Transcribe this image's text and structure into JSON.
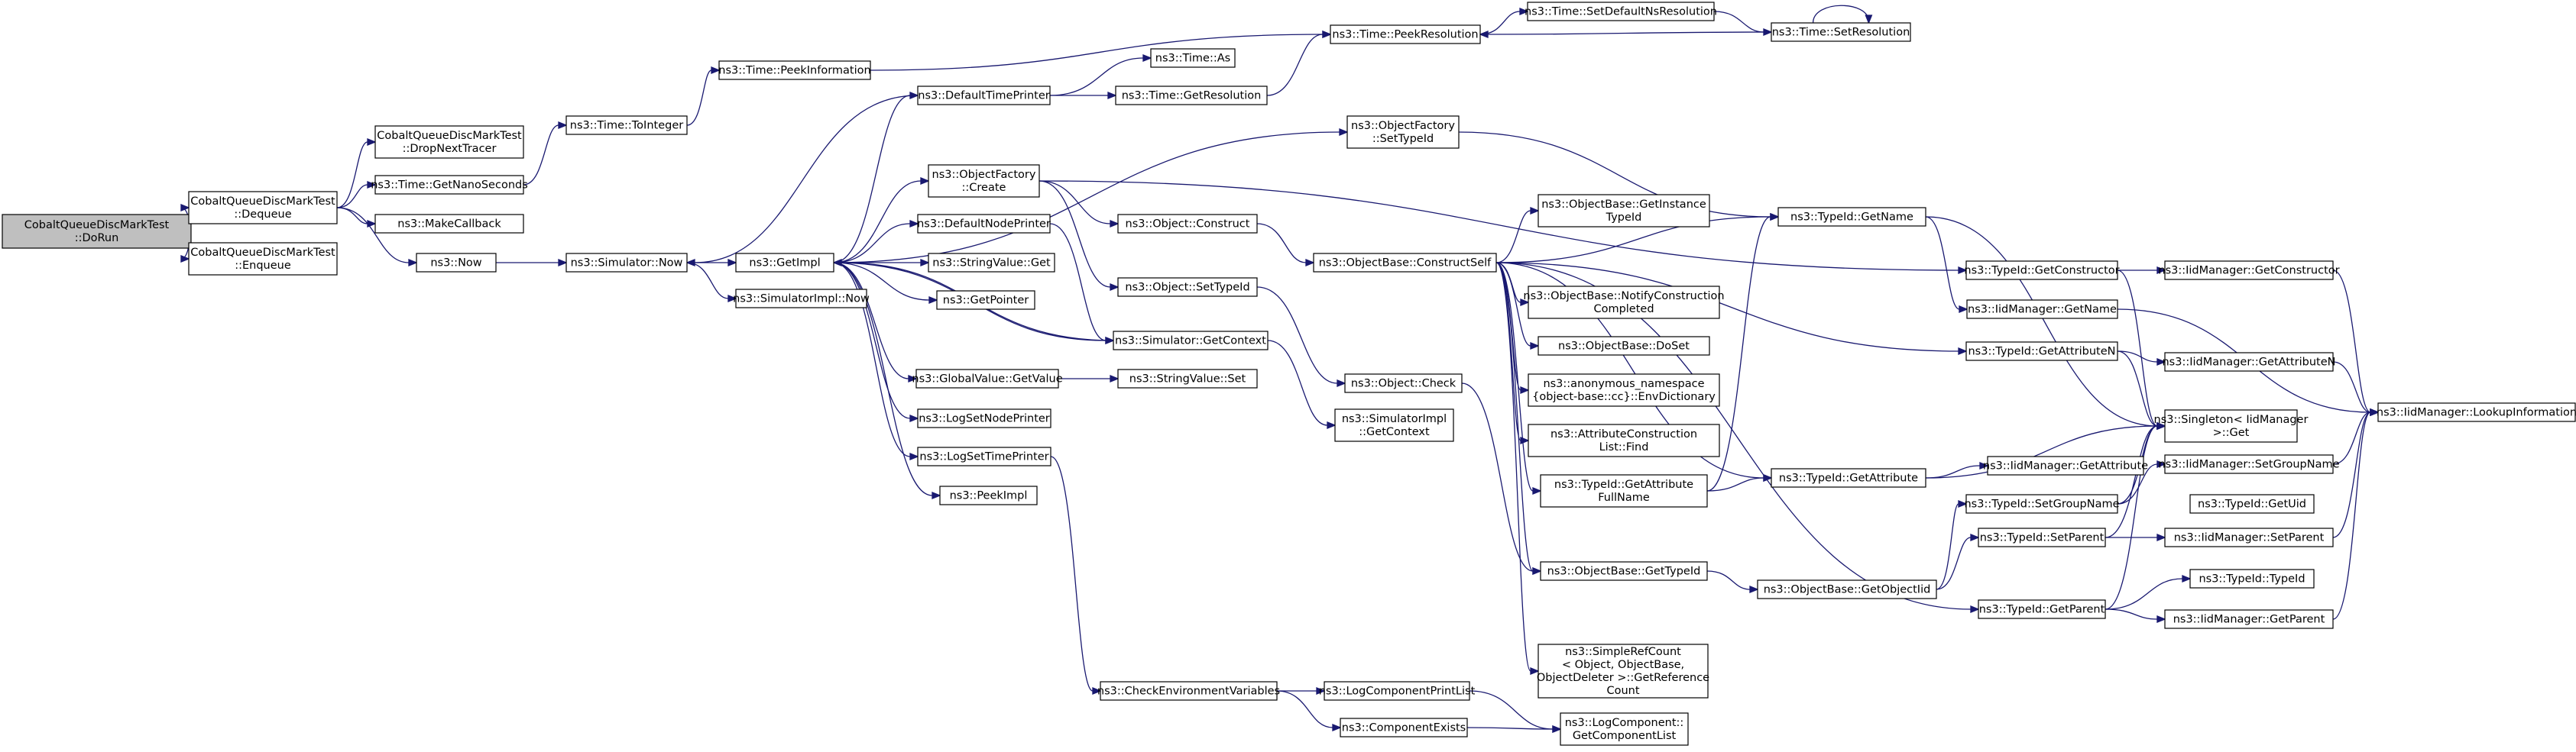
{
  "diagram": {
    "nodes": [
      {
        "id": "dorun",
        "lines": [
          "CobaltQueueDiscMarkTest",
          "::DoRun"
        ],
        "root": true
      },
      {
        "id": "dequeue",
        "lines": [
          "CobaltQueueDiscMarkTest",
          "::Dequeue"
        ]
      },
      {
        "id": "enqueue",
        "lines": [
          "CobaltQueueDiscMarkTest",
          "::Enqueue"
        ]
      },
      {
        "id": "dropnext",
        "lines": [
          "CobaltQueueDiscMarkTest",
          "::DropNextTracer"
        ]
      },
      {
        "id": "getnano",
        "lines": [
          "ns3::Time::GetNanoSeconds"
        ]
      },
      {
        "id": "makecb",
        "lines": [
          "ns3::MakeCallback"
        ]
      },
      {
        "id": "now",
        "lines": [
          "ns3::Now"
        ]
      },
      {
        "id": "tointeger",
        "lines": [
          "ns3::Time::ToInteger"
        ]
      },
      {
        "id": "peekinfo",
        "lines": [
          "ns3::Time::PeekInformation"
        ]
      },
      {
        "id": "simnow",
        "lines": [
          "ns3::Simulator::Now"
        ]
      },
      {
        "id": "getimpl",
        "lines": [
          "ns3::GetImpl"
        ]
      },
      {
        "id": "simimplnow",
        "lines": [
          "ns3::SimulatorImpl::Now"
        ]
      },
      {
        "id": "deftimeprinter",
        "lines": [
          "ns3::DefaultTimePrinter"
        ]
      },
      {
        "id": "objfactcreate",
        "lines": [
          "ns3::ObjectFactory",
          "::Create"
        ]
      },
      {
        "id": "defnodeprinter",
        "lines": [
          "ns3::DefaultNodePrinter"
        ]
      },
      {
        "id": "strvalget",
        "lines": [
          "ns3::StringValue::Get"
        ]
      },
      {
        "id": "getpointer",
        "lines": [
          "ns3::GetPointer"
        ]
      },
      {
        "id": "simgetctx",
        "lines": [
          "ns3::Simulator::GetContext"
        ]
      },
      {
        "id": "gvgetvalue",
        "lines": [
          "ns3::GlobalValue::GetValue"
        ]
      },
      {
        "id": "logsetnode",
        "lines": [
          "ns3::LogSetNodePrinter"
        ]
      },
      {
        "id": "logsettime",
        "lines": [
          "ns3::LogSetTimePrinter"
        ]
      },
      {
        "id": "peekimpl",
        "lines": [
          "ns3::PeekImpl"
        ]
      },
      {
        "id": "timeas",
        "lines": [
          "ns3::Time::As"
        ]
      },
      {
        "id": "getres",
        "lines": [
          "ns3::Time::GetResolution"
        ]
      },
      {
        "id": "peekres",
        "lines": [
          "ns3::Time::PeekResolution"
        ]
      },
      {
        "id": "setdefns",
        "lines": [
          "ns3::Time::SetDefaultNsResolution"
        ]
      },
      {
        "id": "setres",
        "lines": [
          "ns3::Time::SetResolution"
        ]
      },
      {
        "id": "objfactsettid",
        "lines": [
          "ns3::ObjectFactory",
          "::SetTypeId"
        ]
      },
      {
        "id": "objconstruct",
        "lines": [
          "ns3::Object::Construct"
        ]
      },
      {
        "id": "objsettid",
        "lines": [
          "ns3::Object::SetTypeId"
        ]
      },
      {
        "id": "strvalset",
        "lines": [
          "ns3::StringValue::Set"
        ]
      },
      {
        "id": "simimplgetctx",
        "lines": [
          "ns3::SimulatorImpl",
          "::GetContext"
        ]
      },
      {
        "id": "objcheck",
        "lines": [
          "ns3::Object::Check"
        ]
      },
      {
        "id": "constructself",
        "lines": [
          "ns3::ObjectBase::ConstructSelf"
        ]
      },
      {
        "id": "getinsttid",
        "lines": [
          "ns3::ObjectBase::GetInstance",
          "TypeId"
        ]
      },
      {
        "id": "notifycc",
        "lines": [
          "ns3::ObjectBase::NotifyConstruction",
          "Completed"
        ]
      },
      {
        "id": "doset",
        "lines": [
          "ns3::ObjectBase::DoSet"
        ]
      },
      {
        "id": "envdict",
        "lines": [
          "ns3::anonymous_namespace",
          "{object-base::cc}::EnvDictionary"
        ]
      },
      {
        "id": "acfind",
        "lines": [
          "ns3::AttributeConstruction",
          "List::Find"
        ]
      },
      {
        "id": "getattrfull",
        "lines": [
          "ns3::TypeId::GetAttribute",
          "FullName"
        ]
      },
      {
        "id": "obgettid",
        "lines": [
          "ns3::ObjectBase::GetTypeId"
        ]
      },
      {
        "id": "simplerefcount",
        "lines": [
          "ns3::SimpleRefCount",
          "< Object, ObjectBase,",
          "ObjectDeleter >::GetReference",
          "Count"
        ]
      },
      {
        "id": "checkenv",
        "lines": [
          "ns3::CheckEnvironmentVariables"
        ]
      },
      {
        "id": "logcompprint",
        "lines": [
          "ns3::LogComponentPrintList"
        ]
      },
      {
        "id": "compexists",
        "lines": [
          "ns3::ComponentExists"
        ]
      },
      {
        "id": "getcomplist",
        "lines": [
          "ns3::LogComponent::",
          "GetComponentList"
        ]
      },
      {
        "id": "tidgetname",
        "lines": [
          "ns3::TypeId::GetName"
        ]
      },
      {
        "id": "tidgetattr",
        "lines": [
          "ns3::TypeId::GetAttribute"
        ]
      },
      {
        "id": "obgetoid",
        "lines": [
          "ns3::ObjectBase::GetObjectIid"
        ]
      },
      {
        "id": "tidgetctor",
        "lines": [
          "ns3::TypeId::GetConstructor"
        ]
      },
      {
        "id": "iidgetname",
        "lines": [
          "ns3::IidManager::GetName"
        ]
      },
      {
        "id": "tidgetattrn",
        "lines": [
          "ns3::TypeId::GetAttributeN"
        ]
      },
      {
        "id": "singleton",
        "lines": [
          "ns3::Singleton< IidManager",
          " >::Get"
        ]
      },
      {
        "id": "iidgetattr",
        "lines": [
          "ns3::IidManager::GetAttribute"
        ]
      },
      {
        "id": "tidsetgroup",
        "lines": [
          "ns3::TypeId::SetGroupName"
        ]
      },
      {
        "id": "tidsetparent",
        "lines": [
          "ns3::TypeId::SetParent"
        ]
      },
      {
        "id": "tidgetparent",
        "lines": [
          "ns3::TypeId::GetParent"
        ]
      },
      {
        "id": "iidgetctor",
        "lines": [
          "ns3::IidManager::GetConstructor"
        ]
      },
      {
        "id": "iidgetattrn",
        "lines": [
          "ns3::IidManager::GetAttributeN"
        ]
      },
      {
        "id": "iidsetgroup",
        "lines": [
          "ns3::IidManager::SetGroupName"
        ]
      },
      {
        "id": "tidgetuid",
        "lines": [
          "ns3::TypeId::GetUid"
        ]
      },
      {
        "id": "iidsetparent",
        "lines": [
          "ns3::IidManager::SetParent"
        ]
      },
      {
        "id": "tidtypeid",
        "lines": [
          "ns3::TypeId::TypeId"
        ]
      },
      {
        "id": "iidgetparent",
        "lines": [
          "ns3::IidManager::GetParent"
        ]
      },
      {
        "id": "lookupinfo",
        "lines": [
          "ns3::IidManager::LookupInformation"
        ]
      }
    ],
    "edges": [
      [
        "dorun",
        "dequeue"
      ],
      [
        "dorun",
        "enqueue"
      ],
      [
        "dequeue",
        "dropnext"
      ],
      [
        "dequeue",
        "getnano"
      ],
      [
        "dequeue",
        "makecb"
      ],
      [
        "dequeue",
        "now"
      ],
      [
        "getnano",
        "tointeger"
      ],
      [
        "tointeger",
        "peekinfo"
      ],
      [
        "peekinfo",
        "peekres"
      ],
      [
        "now",
        "simnow"
      ],
      [
        "simnow",
        "getimpl"
      ],
      [
        "simnow",
        "simimplnow"
      ],
      [
        "getimpl",
        "deftimeprinter"
      ],
      [
        "getimpl",
        "objfactsettid"
      ],
      [
        "getimpl",
        "objfactcreate"
      ],
      [
        "getimpl",
        "defnodeprinter"
      ],
      [
        "getimpl",
        "strvalget"
      ],
      [
        "getimpl",
        "getpointer"
      ],
      [
        "getimpl",
        "simgetctx"
      ],
      [
        "getimpl",
        "gvgetvalue"
      ],
      [
        "getimpl",
        "logsetnode"
      ],
      [
        "getimpl",
        "logsettime"
      ],
      [
        "getimpl",
        "peekimpl"
      ],
      [
        "deftimeprinter",
        "simnow"
      ],
      [
        "deftimeprinter",
        "timeas"
      ],
      [
        "deftimeprinter",
        "getres"
      ],
      [
        "getres",
        "peekres"
      ],
      [
        "peekres",
        "setdefns"
      ],
      [
        "setdefns",
        "setres"
      ],
      [
        "setres",
        "peekres"
      ],
      [
        "setres",
        "setres"
      ],
      [
        "objfactsettid",
        "tidgetname"
      ],
      [
        "objfactcreate",
        "objconstruct"
      ],
      [
        "objfactcreate",
        "objsettid"
      ],
      [
        "objfactcreate",
        "tidgetctor"
      ],
      [
        "defnodeprinter",
        "simgetctx"
      ],
      [
        "simgetctx",
        "getimpl"
      ],
      [
        "simgetctx",
        "simimplgetctx"
      ],
      [
        "gvgetvalue",
        "strvalset"
      ],
      [
        "logsettime",
        "checkenv"
      ],
      [
        "objconstruct",
        "constructself"
      ],
      [
        "objsettid",
        "objcheck"
      ],
      [
        "objcheck",
        "obgettid"
      ],
      [
        "constructself",
        "getinsttid"
      ],
      [
        "constructself",
        "notifycc"
      ],
      [
        "constructself",
        "doset"
      ],
      [
        "constructself",
        "envdict"
      ],
      [
        "constructself",
        "acfind"
      ],
      [
        "constructself",
        "getattrfull"
      ],
      [
        "constructself",
        "obgettid"
      ],
      [
        "constructself",
        "simplerefcount"
      ],
      [
        "constructself",
        "tidgetname"
      ],
      [
        "constructself",
        "tidgetattrn"
      ],
      [
        "constructself",
        "tidgetattr"
      ],
      [
        "constructself",
        "tidgetparent"
      ],
      [
        "getattrfull",
        "tidgetname"
      ],
      [
        "getattrfull",
        "tidgetattr"
      ],
      [
        "obgettid",
        "obgetoid"
      ],
      [
        "obgetoid",
        "tidsetgroup"
      ],
      [
        "obgetoid",
        "tidsetparent"
      ],
      [
        "checkenv",
        "logcompprint"
      ],
      [
        "checkenv",
        "compexists"
      ],
      [
        "logcompprint",
        "getcomplist"
      ],
      [
        "compexists",
        "getcomplist"
      ],
      [
        "tidgetname",
        "iidgetname"
      ],
      [
        "tidgetname",
        "singleton"
      ],
      [
        "tidgetattr",
        "iidgetattr"
      ],
      [
        "tidgetattr",
        "singleton"
      ],
      [
        "tidgetctor",
        "iidgetctor"
      ],
      [
        "tidgetctor",
        "singleton"
      ],
      [
        "iidgetname",
        "lookupinfo"
      ],
      [
        "tidgetattrn",
        "iidgetattrn"
      ],
      [
        "tidgetattrn",
        "singleton"
      ],
      [
        "iidgetctor",
        "lookupinfo"
      ],
      [
        "iidgetattrn",
        "lookupinfo"
      ],
      [
        "tidsetgroup",
        "iidsetgroup"
      ],
      [
        "tidsetgroup",
        "singleton"
      ],
      [
        "tidsetparent",
        "iidsetparent"
      ],
      [
        "tidsetparent",
        "singleton"
      ],
      [
        "tidgetparent",
        "tidtypeid"
      ],
      [
        "tidgetparent",
        "iidgetparent"
      ],
      [
        "tidgetparent",
        "singleton"
      ],
      [
        "iidsetgroup",
        "lookupinfo"
      ],
      [
        "iidsetparent",
        "lookupinfo"
      ],
      [
        "iidgetparent",
        "lookupinfo"
      ]
    ]
  }
}
